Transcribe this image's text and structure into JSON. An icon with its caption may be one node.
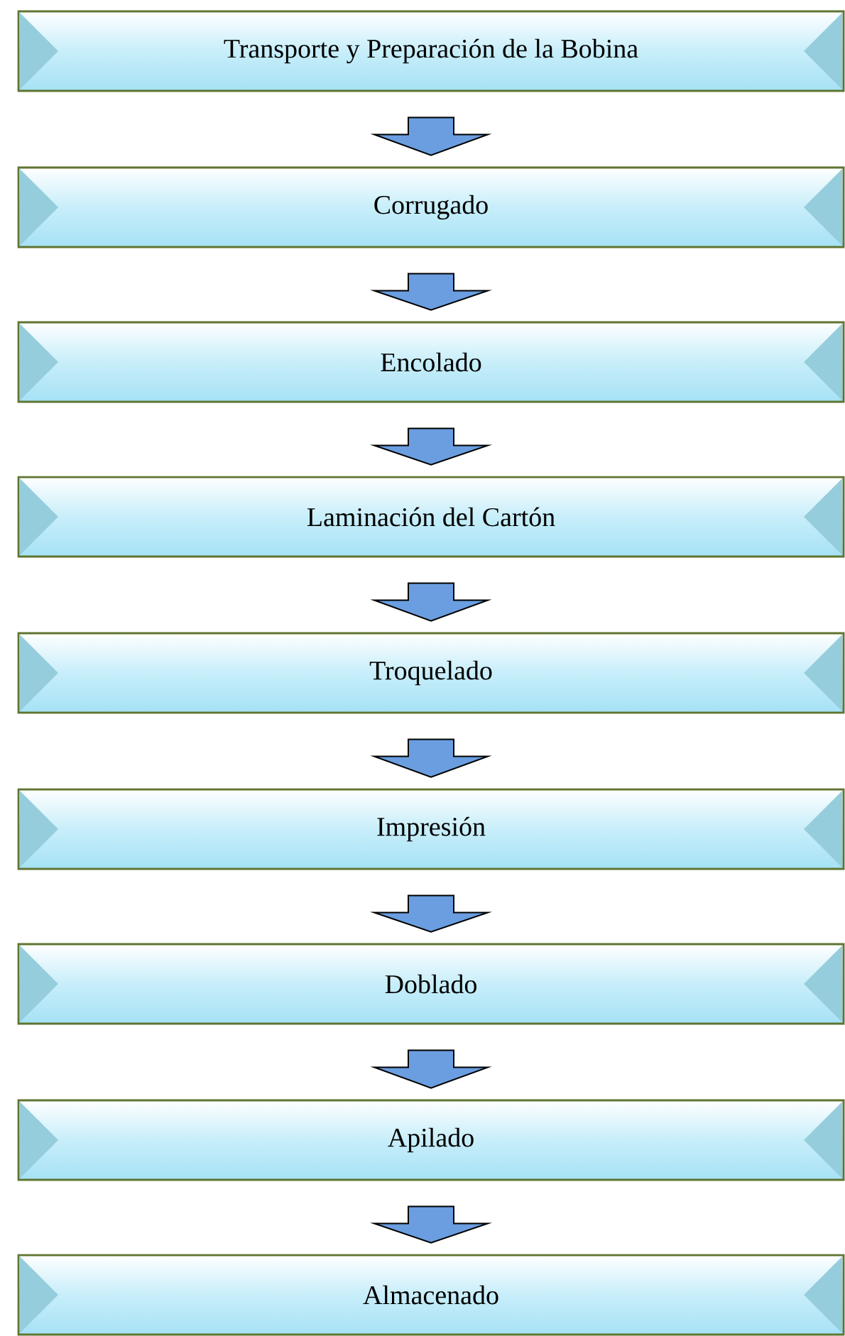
{
  "diagram": {
    "nodes": [
      {
        "text": [
          "Transporte y Preparación de la Bobina"
        ]
      },
      {
        "text": [
          "Corrugado"
        ]
      },
      {
        "text": [
          "Encolado"
        ]
      },
      {
        "text": [
          "Laminación del Cartón"
        ]
      },
      {
        "text": [
          "Troquelado"
        ]
      },
      {
        "text": [
          "Impresión"
        ]
      },
      {
        "text": [
          "Doblado"
        ]
      },
      {
        "text": [
          "Apilado"
        ]
      },
      {
        "text": [
          "Almacenado"
        ]
      }
    ],
    "edges": [
      {
        "from": 0,
        "to": 1,
        "arrow": "to"
      },
      {
        "from": 1,
        "to": 2,
        "arrow": "to"
      },
      {
        "from": 2,
        "to": 3,
        "arrow": "to"
      },
      {
        "from": 3,
        "to": 4,
        "arrow": "to"
      },
      {
        "from": 4,
        "to": 5,
        "arrow": "to"
      },
      {
        "from": 5,
        "to": 6,
        "arrow": "to"
      },
      {
        "from": 6,
        "to": 7,
        "arrow": "to"
      },
      {
        "from": 7,
        "to": 8,
        "arrow": "to"
      }
    ]
  }
}
